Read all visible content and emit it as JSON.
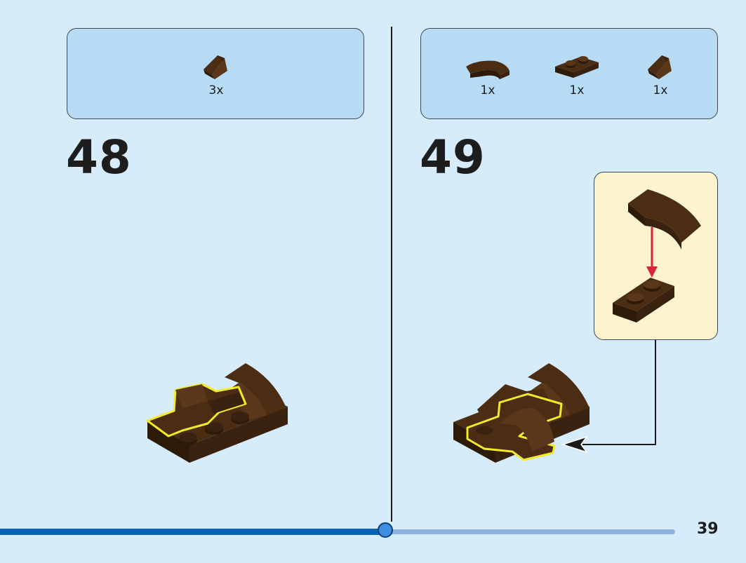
{
  "page": {
    "number": "39",
    "progress": 0.5
  },
  "steps": [
    {
      "number": "48",
      "parts": [
        {
          "qty": "3x",
          "icon": "brown-slope-brick-icon"
        }
      ]
    },
    {
      "number": "49",
      "parts": [
        {
          "qty": "1x",
          "icon": "brown-curved-slope-icon"
        },
        {
          "qty": "1x",
          "icon": "brown-plate-1x2-icon"
        },
        {
          "qty": "1x",
          "icon": "brown-slope-brick-icon"
        }
      ]
    }
  ],
  "colors": {
    "brick": "#4a2d13",
    "brick_dark": "#2e1a08",
    "highlight": "#f3ea2a",
    "arrow": "#d8243a",
    "progress": "#0a63b2"
  }
}
